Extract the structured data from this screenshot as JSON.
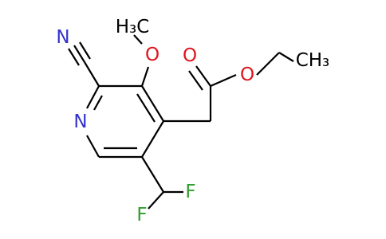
{
  "molecule": {
    "atom_labels": {
      "nitrile_n": "N",
      "ring_n": "N",
      "methoxy_o": "O",
      "methoxy_ch3": "H₃C",
      "carbonyl_o": "O",
      "ester_o": "O",
      "ethyl_ch3": "CH₃",
      "fluorine_1": "F",
      "fluorine_2": "F"
    },
    "colors": {
      "nitrogen": "#3333cc",
      "oxygen": "#e0141d",
      "fluorine": "#2e9e2e",
      "carbon": "#000000",
      "background": "#ffffff"
    }
  }
}
